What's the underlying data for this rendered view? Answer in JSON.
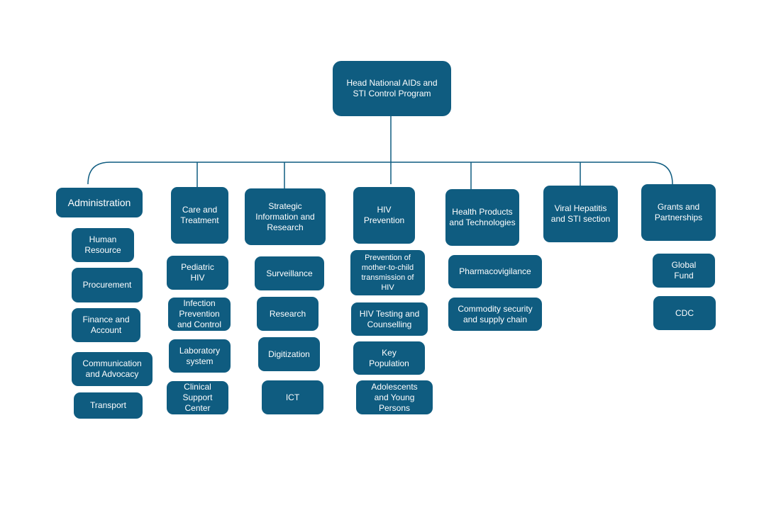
{
  "diagram": {
    "root": {
      "label": "Head National AIDs and STI Control Program"
    },
    "departments": [
      {
        "label": "Administration",
        "units": [
          "Human Resource",
          "Procurement",
          "Finance and Account",
          "Communication and Advocacy",
          "Transport"
        ]
      },
      {
        "label": "Care and Treatment",
        "units": [
          "Pediatric HIV",
          "Infection Prevention and Control",
          "Laboratory system",
          "Clinical Support Center"
        ]
      },
      {
        "label": "Strategic Information and Research",
        "units": [
          "Surveillance",
          "Research",
          "Digitization",
          "ICT"
        ]
      },
      {
        "label": "HIV Prevention",
        "units": [
          "Prevention of mother-to-child transmission of HIV",
          "HIV Testing and Counselling",
          "Key Population",
          "Adolescents and Young Persons"
        ]
      },
      {
        "label": "Health Products and Technologies",
        "units": [
          "Pharmacovigilance",
          "Commodity security and supply chain"
        ]
      },
      {
        "label": "Viral Hepatitis and STI section",
        "units": []
      },
      {
        "label": "Grants and Partnerships",
        "units": [
          "Global Fund",
          "CDC"
        ]
      }
    ],
    "colors": {
      "box_fill": "#0f5c80",
      "box_text": "#ffffff",
      "connector": "#0f5c80"
    }
  }
}
